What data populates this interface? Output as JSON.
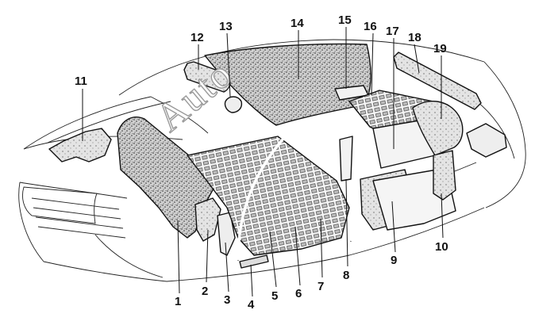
{
  "diagram": {
    "watermark": "Auto",
    "callouts": [
      {
        "id": "1",
        "text": "1"
      },
      {
        "id": "2",
        "text": "2"
      },
      {
        "id": "3",
        "text": "3"
      },
      {
        "id": "4",
        "text": "4"
      },
      {
        "id": "5",
        "text": "5"
      },
      {
        "id": "6",
        "text": "6"
      },
      {
        "id": "7",
        "text": "7"
      },
      {
        "id": "8",
        "text": "8"
      },
      {
        "id": "9",
        "text": "9"
      },
      {
        "id": "10",
        "text": "10"
      },
      {
        "id": "11",
        "text": "11"
      },
      {
        "id": "12",
        "text": "12"
      },
      {
        "id": "13",
        "text": "13"
      },
      {
        "id": "14",
        "text": "14"
      },
      {
        "id": "15",
        "text": "15"
      },
      {
        "id": "16",
        "text": "16"
      },
      {
        "id": "17",
        "text": "17"
      },
      {
        "id": "18",
        "text": "18"
      },
      {
        "id": "19",
        "text": "19"
      }
    ]
  }
}
